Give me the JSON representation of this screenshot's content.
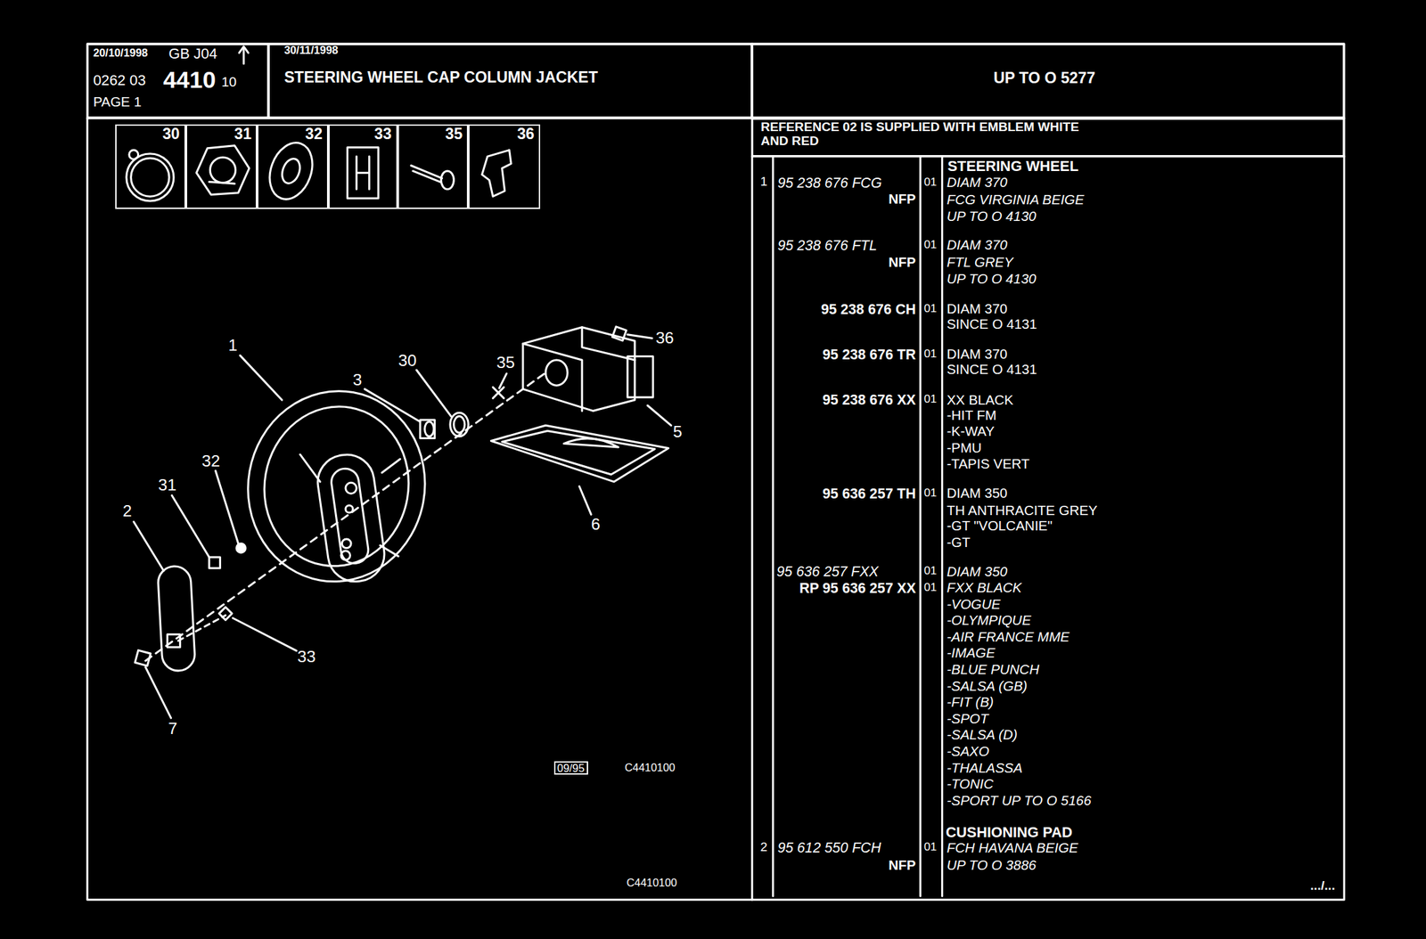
{
  "diagram": {
    "nodes": [
      {
        "text": [
          "20/10/1998",
          "GB J04",
          "0262 03",
          "4410",
          "10",
          "PAGE 1"
        ]
      },
      {
        "text": [
          "30/11/1998",
          "STEERING WHEEL CAP COLUMN JACKET"
        ]
      },
      {
        "text": [
          "UP TO O 5277"
        ]
      },
      {
        "text": [
          "REFERENCE 02 IS SUPPLIED WITH EMBLEM WHITE AND RED"
        ]
      },
      {
        "text": [
          "30"
        ]
      },
      {
        "text": [
          "31"
        ]
      },
      {
        "text": [
          "32"
        ]
      },
      {
        "text": [
          "33"
        ]
      },
      {
        "text": [
          "35"
        ]
      },
      {
        "text": [
          "36"
        ]
      }
    ],
    "labels": [
      "1",
      "2",
      "3",
      "5",
      "6",
      "7",
      "30",
      "31",
      "32",
      "33",
      "35",
      "36",
      "09/95",
      "C4410100",
      "C4410100",
      "STEERING WHEEL",
      "1",
      "95 238 676 FCG",
      "01",
      "DIAM 370",
      "NFP",
      "FCG VIRGINIA BEIGE",
      "UP TO O 4130",
      "95 238 676 FTL",
      "01",
      "DIAM 370",
      "NFP",
      "FTL GREY",
      "UP TO O 4130",
      "95 238 676 CH",
      "01",
      "DIAM 370",
      "SINCE O 4131",
      "95 238 676 TR",
      "01",
      "DIAM 370",
      "SINCE O 4131",
      "95 238 676 XX",
      "01",
      "XX BLACK",
      "-HIT FM",
      "-K-WAY",
      "-PMU",
      "-TAPIS VERT",
      "95 636 257 TH",
      "01",
      "DIAM 350",
      "TH ANTHRACITE GREY",
      "-GT \"VOLCANIE\"",
      "-GT",
      "95 636 257 FXX",
      "01",
      "DIAM 350",
      "RP 95 636 257 XX",
      "01",
      "FXX BLACK",
      "-VOGUE",
      "-OLYMPIQUE",
      "-AIR FRANCE MME",
      "-IMAGE",
      "-BLUE PUNCH",
      "-SALSA (GB)",
      "-FIT (B)",
      "-SPOT",
      "-SALSA (D)",
      "-SAXO",
      "-THALASSA",
      "-TONIC",
      "-SPORT UP TO O 5166",
      "CUSHIONING PAD",
      "2",
      "95 612 550 FCH",
      "01",
      "FCH HAVANA BEIGE",
      "NFP",
      "UP TO O 3886",
      ".../..."
    ]
  }
}
